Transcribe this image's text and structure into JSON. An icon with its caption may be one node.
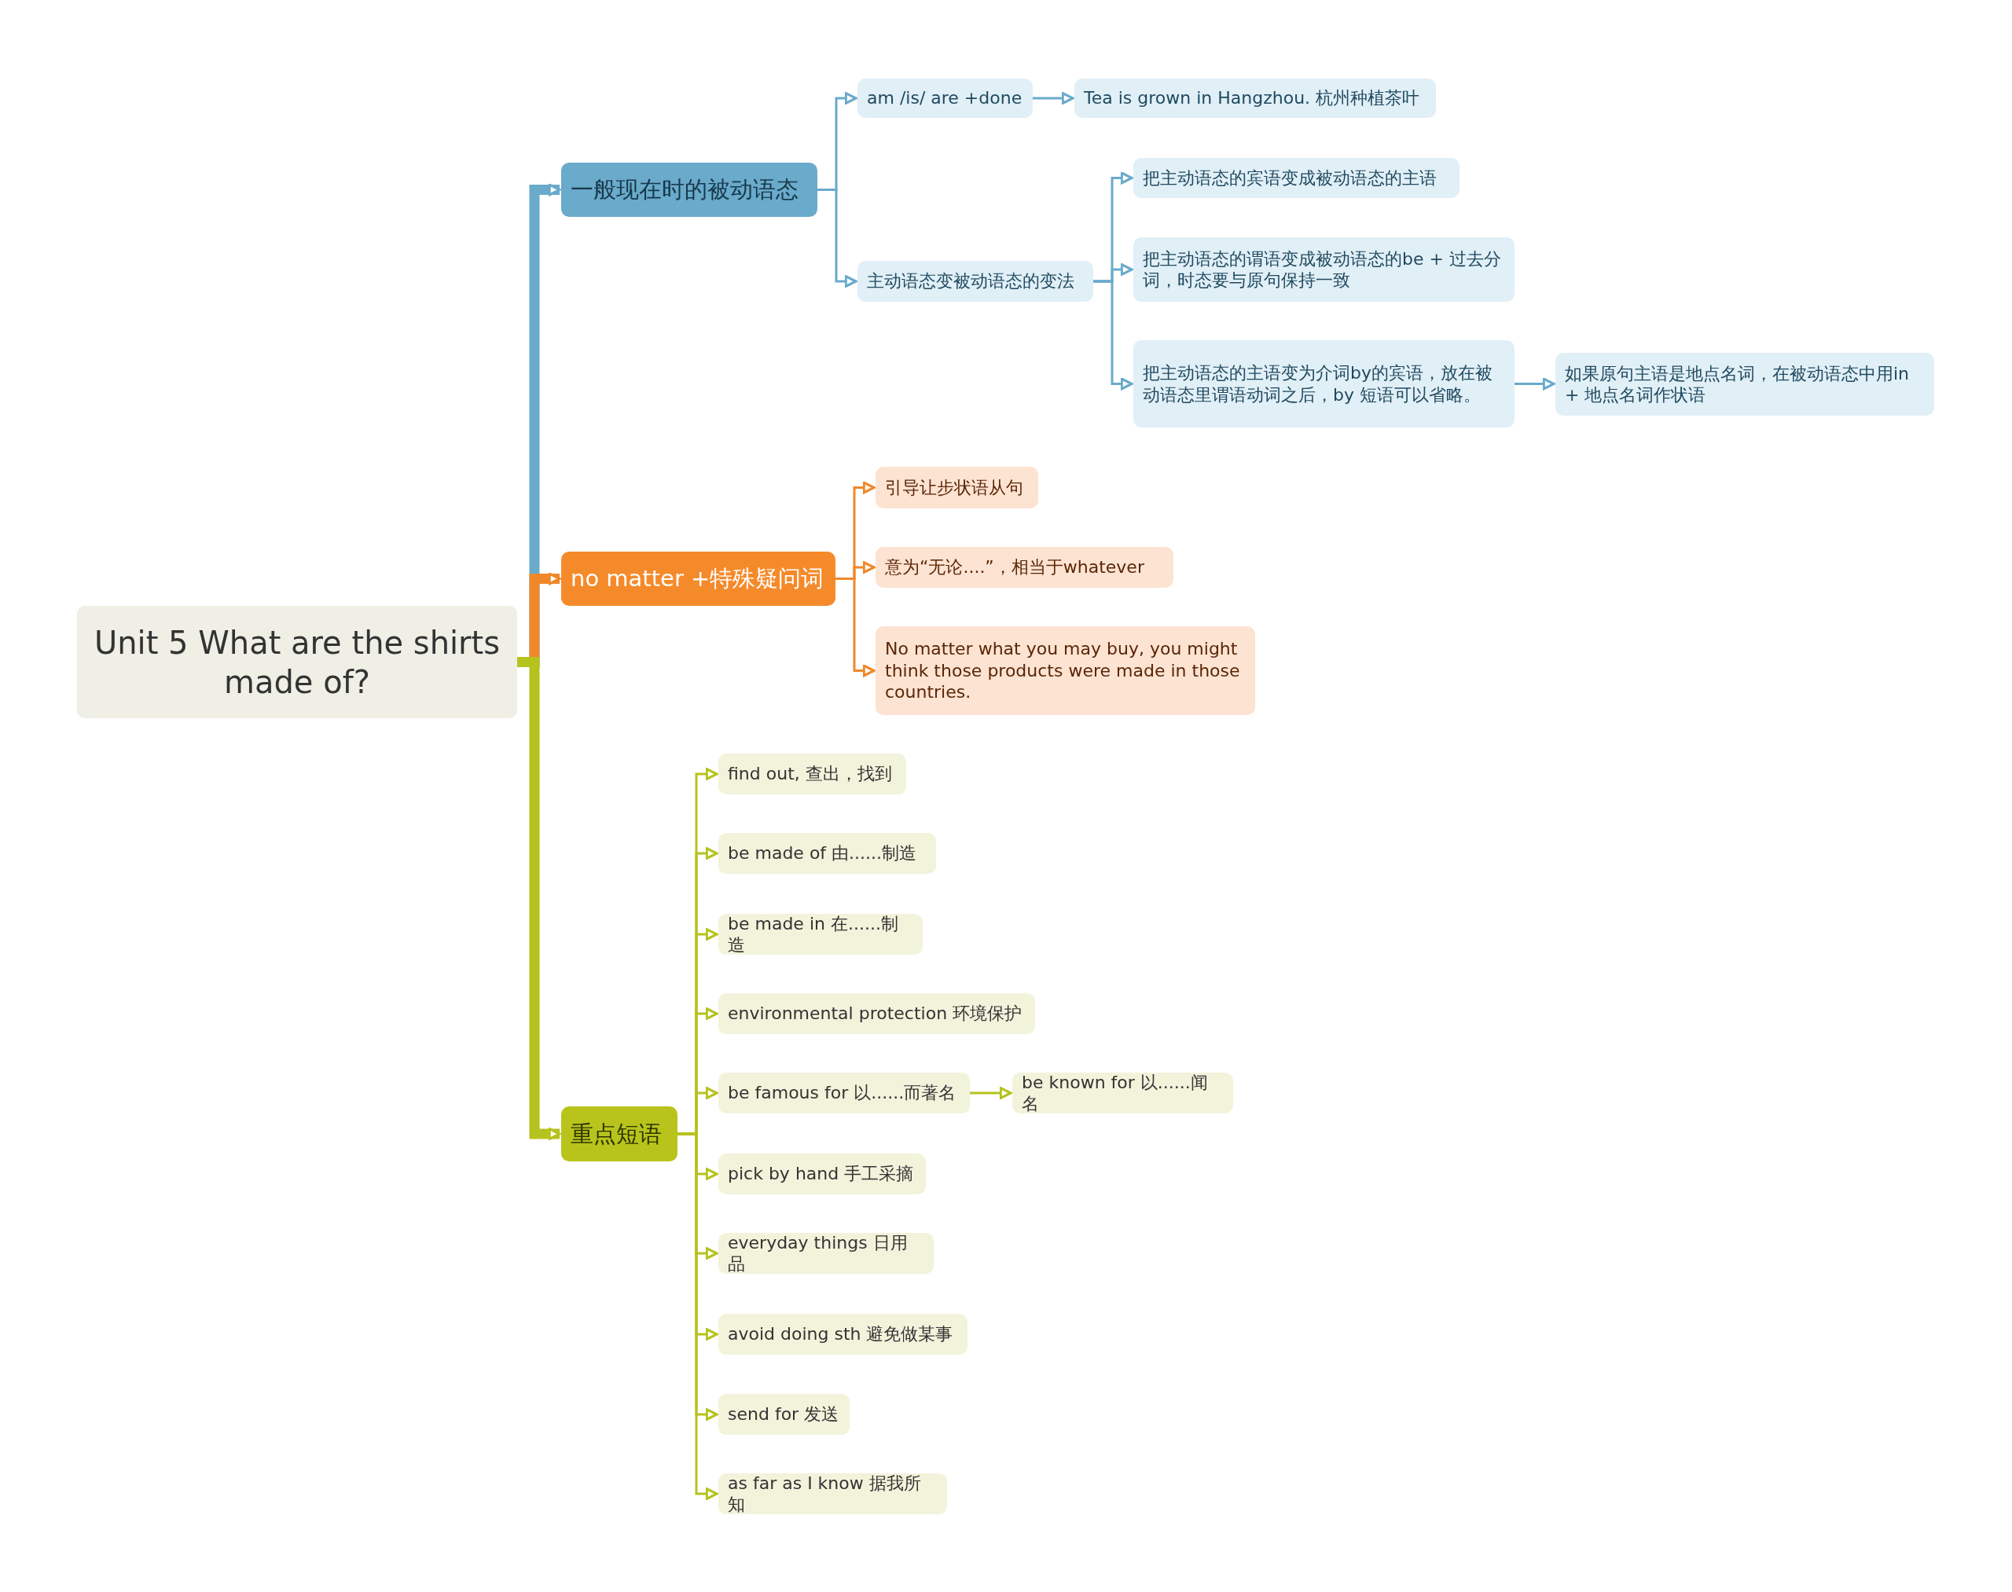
{
  "diagram": {
    "nodes": [
      {
        "text": [
          "Unit 5 What are the shirts made of?"
        ]
      },
      {
        "text": [
          "一般现在时的被动语态"
        ]
      },
      {
        "text": [
          "am /is/ are +done"
        ]
      },
      {
        "text": [
          "Tea is grown in Hangzhou. 杭州种植茶叶"
        ]
      },
      {
        "text": [
          "主动语态变被动语态的变法"
        ]
      },
      {
        "text": [
          "把主动语态的宾语变成被动语态的主语"
        ]
      },
      {
        "text": [
          "把主动语态的谓语变成被动语态的be + 过去分词，时态要与原句保持一致"
        ]
      },
      {
        "text": [
          "把主动语态的主语变为介词by的宾语，放在被动语态里谓语动词之后，by 短语可以省略。"
        ]
      },
      {
        "text": [
          "如果原句主语是地点名词，在被动语态中用in + 地点名词作状语"
        ]
      },
      {
        "text": [
          "no matter +特殊疑问词"
        ]
      },
      {
        "text": [
          "引导让步状语从句"
        ]
      },
      {
        "text": [
          "意为“无论....”，相当于whatever"
        ]
      },
      {
        "text": [
          "No matter what you may buy, you might think those products were made in those countries."
        ]
      },
      {
        "text": [
          "重点短语"
        ]
      },
      {
        "text": [
          "find out, 查出，找到"
        ]
      },
      {
        "text": [
          "be made of 由......制造"
        ]
      },
      {
        "text": [
          "be made in 在......制造"
        ]
      },
      {
        "text": [
          "environmental protection 环境保护"
        ]
      },
      {
        "text": [
          "be famous for 以......而著名"
        ]
      },
      {
        "text": [
          "be known for 以......闻名"
        ]
      },
      {
        "text": [
          "pick by hand 手工采摘"
        ]
      },
      {
        "text": [
          "everyday things 日用品"
        ]
      },
      {
        "text": [
          "avoid doing sth 避免做某事"
        ]
      },
      {
        "text": [
          "send for 发送"
        ]
      },
      {
        "text": [
          "as far as I know 据我所知"
        ]
      }
    ],
    "edges": [
      {
        "from": 0,
        "to": 1,
        "arrow": "to",
        "style": "thick",
        "color": "#6aaacb"
      },
      {
        "from": 1,
        "to": 2,
        "arrow": "to",
        "color": "#6aaacb"
      },
      {
        "from": 2,
        "to": 3,
        "arrow": "to",
        "color": "#6aaacb"
      },
      {
        "from": 1,
        "to": 4,
        "arrow": "to",
        "color": "#6aaacb"
      },
      {
        "from": 4,
        "to": 5,
        "arrow": "to",
        "color": "#6aaacb"
      },
      {
        "from": 4,
        "to": 6,
        "arrow": "to",
        "color": "#6aaacb"
      },
      {
        "from": 4,
        "to": 7,
        "arrow": "to",
        "color": "#6aaacb"
      },
      {
        "from": 7,
        "to": 8,
        "arrow": "to",
        "color": "#6aaacb"
      },
      {
        "from": 0,
        "to": 9,
        "arrow": "to",
        "style": "thick",
        "color": "#f0882a"
      },
      {
        "from": 9,
        "to": 10,
        "arrow": "to",
        "color": "#f0882a"
      },
      {
        "from": 9,
        "to": 11,
        "arrow": "to",
        "color": "#f0882a"
      },
      {
        "from": 9,
        "to": 12,
        "arrow": "to",
        "color": "#f0882a"
      },
      {
        "from": 0,
        "to": 13,
        "arrow": "to",
        "style": "thick"
      },
      {
        "from": 13,
        "to": 14,
        "arrow": "to"
      },
      {
        "from": 13,
        "to": 15,
        "arrow": "to"
      },
      {
        "from": 13,
        "to": 16,
        "arrow": "to"
      },
      {
        "from": 13,
        "to": 17,
        "arrow": "to"
      },
      {
        "from": 13,
        "to": 18,
        "arrow": "to"
      },
      {
        "from": 18,
        "to": 19,
        "arrow": "to"
      },
      {
        "from": 13,
        "to": 20,
        "arrow": "to"
      },
      {
        "from": 13,
        "to": 21,
        "arrow": "to"
      },
      {
        "from": 13,
        "to": 22,
        "arrow": "to"
      },
      {
        "from": 13,
        "to": 23,
        "arrow": "to"
      },
      {
        "from": 13,
        "to": 24,
        "arrow": "to"
      }
    ]
  }
}
